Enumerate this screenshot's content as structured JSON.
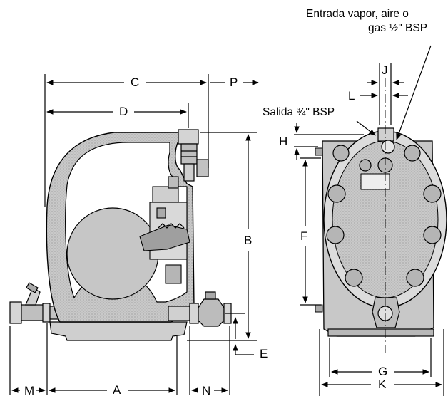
{
  "dimensions": {
    "A": "A",
    "B": "B",
    "C": "C",
    "D": "D",
    "E": "E",
    "F": "F",
    "G": "G",
    "H": "H",
    "J": "J",
    "K": "K",
    "L": "L",
    "M": "M",
    "N": "N",
    "P": "P"
  },
  "annotations": {
    "inlet_line1": "Entrada vapor, aire o",
    "inlet_line2": "gas ½\" BSP",
    "outlet": "Salida ¾\" BSP"
  }
}
